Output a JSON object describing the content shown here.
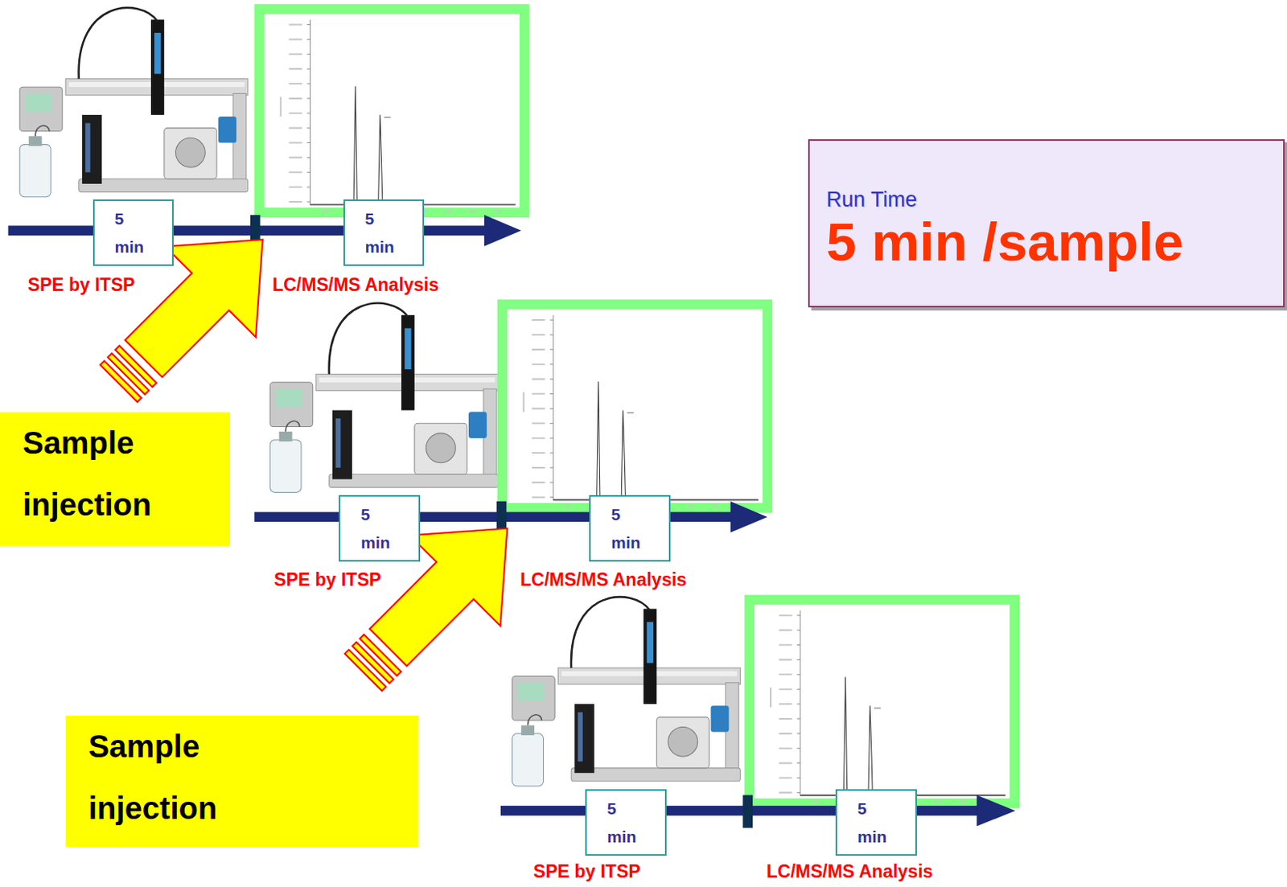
{
  "diagram": {
    "nodes": [
      {
        "text": [
          "5 min"
        ]
      },
      {
        "text": [
          "5 min"
        ]
      },
      {
        "text": [
          "Run Time",
          "5 min /sample"
        ]
      },
      {
        "text": [
          "Sample injection"
        ]
      },
      {
        "text": [
          "5 min"
        ]
      },
      {
        "text": [
          "5 min"
        ]
      },
      {
        "text": [
          "Sample injection"
        ]
      },
      {
        "text": [
          "5 min"
        ]
      },
      {
        "text": [
          "5 min"
        ]
      }
    ],
    "labels": [
      "SPE by ITSP",
      "LC/MS/MS Analysis",
      "SPE by ITSP",
      "LC/MS/MS Analysis",
      "SPE by ITSP",
      "LC/MS/MS Analysis"
    ]
  }
}
